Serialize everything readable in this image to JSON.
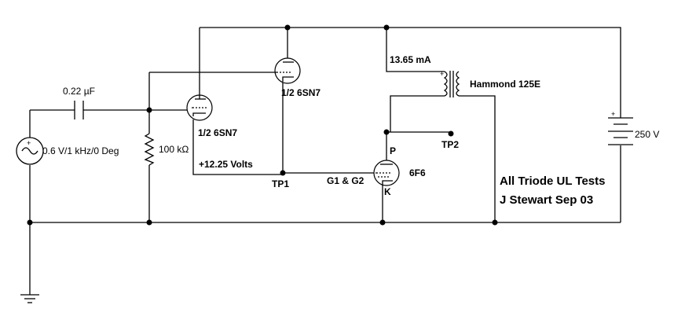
{
  "schematic": {
    "title_line1": "All Triode UL Tests",
    "title_line2": "J Stewart Sep 03",
    "source_label": "0.6 V/1 kHz/0 Deg",
    "cap_label": "0.22 µF",
    "resistor_label": "100 kΩ",
    "tube1_label": "1/2 6SN7",
    "tube2_label": "1/2 6SN7",
    "voltage_label": "+12.25 Volts",
    "tp1_label": "TP1",
    "grid_label": "G1 & G2",
    "current_label": "13.65 mA",
    "transformer_label": "Hammond 125E",
    "tp2_label": "TP2",
    "plate_label": "P",
    "cathode_label": "K",
    "tube3_label": "6F6",
    "battery_label": "250 V",
    "plus_mark": "+"
  }
}
